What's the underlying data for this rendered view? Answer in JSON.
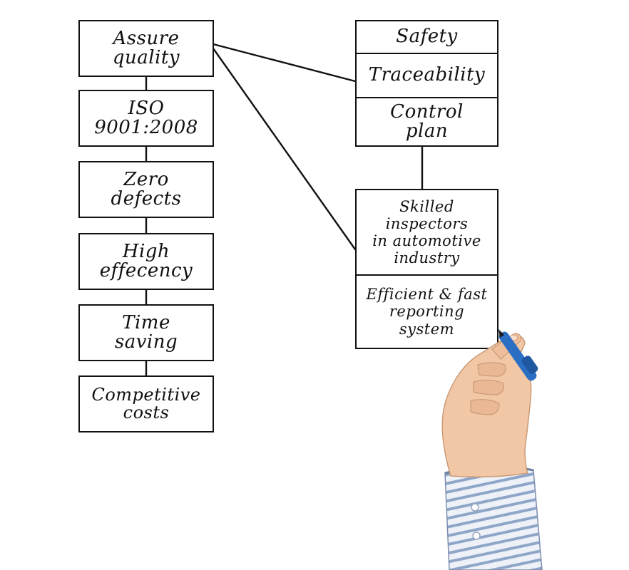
{
  "colors": {
    "ink": "#111111",
    "background": "#ffffff",
    "skin": "#f2c7a6",
    "sleeve_stripe": "#8fa6c9",
    "pen_blue": "#2a6fc4"
  },
  "left_column": {
    "items": [
      {
        "label": "Assure\nquality"
      },
      {
        "label": "ISO\n9001:2008"
      },
      {
        "label": "Zero\ndefects"
      },
      {
        "label": "High\neffecency"
      },
      {
        "label": "Time\nsaving"
      },
      {
        "label": "Competitive\ncosts"
      }
    ]
  },
  "right_top_stack": {
    "items": [
      {
        "label": "Safety"
      },
      {
        "label": "Traceability"
      },
      {
        "label": "Control\nplan"
      }
    ]
  },
  "right_bottom_stack": {
    "items": [
      {
        "label": "Skilled\ninspectors\nin automotive\nindustry"
      },
      {
        "label": "Efficient & fast\nreporting\nsystem"
      }
    ]
  },
  "illustration": {
    "icon": "hand-with-marker-icon"
  }
}
